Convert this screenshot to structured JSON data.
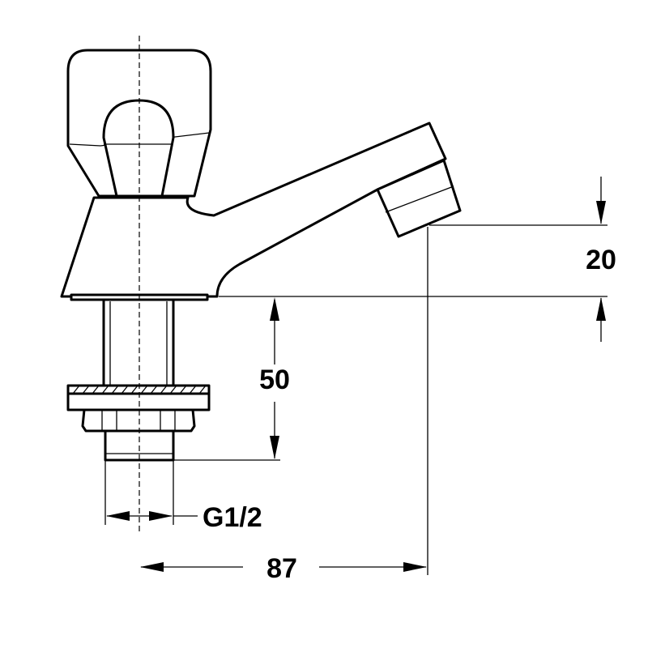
{
  "drawing": {
    "subject": "faucet-side-view-technical-drawing",
    "line_color": "#000000",
    "background": "#ffffff"
  },
  "dimensions": {
    "spout_height": "20",
    "shank_length": "50",
    "thread": "G1/2",
    "projection": "87"
  }
}
